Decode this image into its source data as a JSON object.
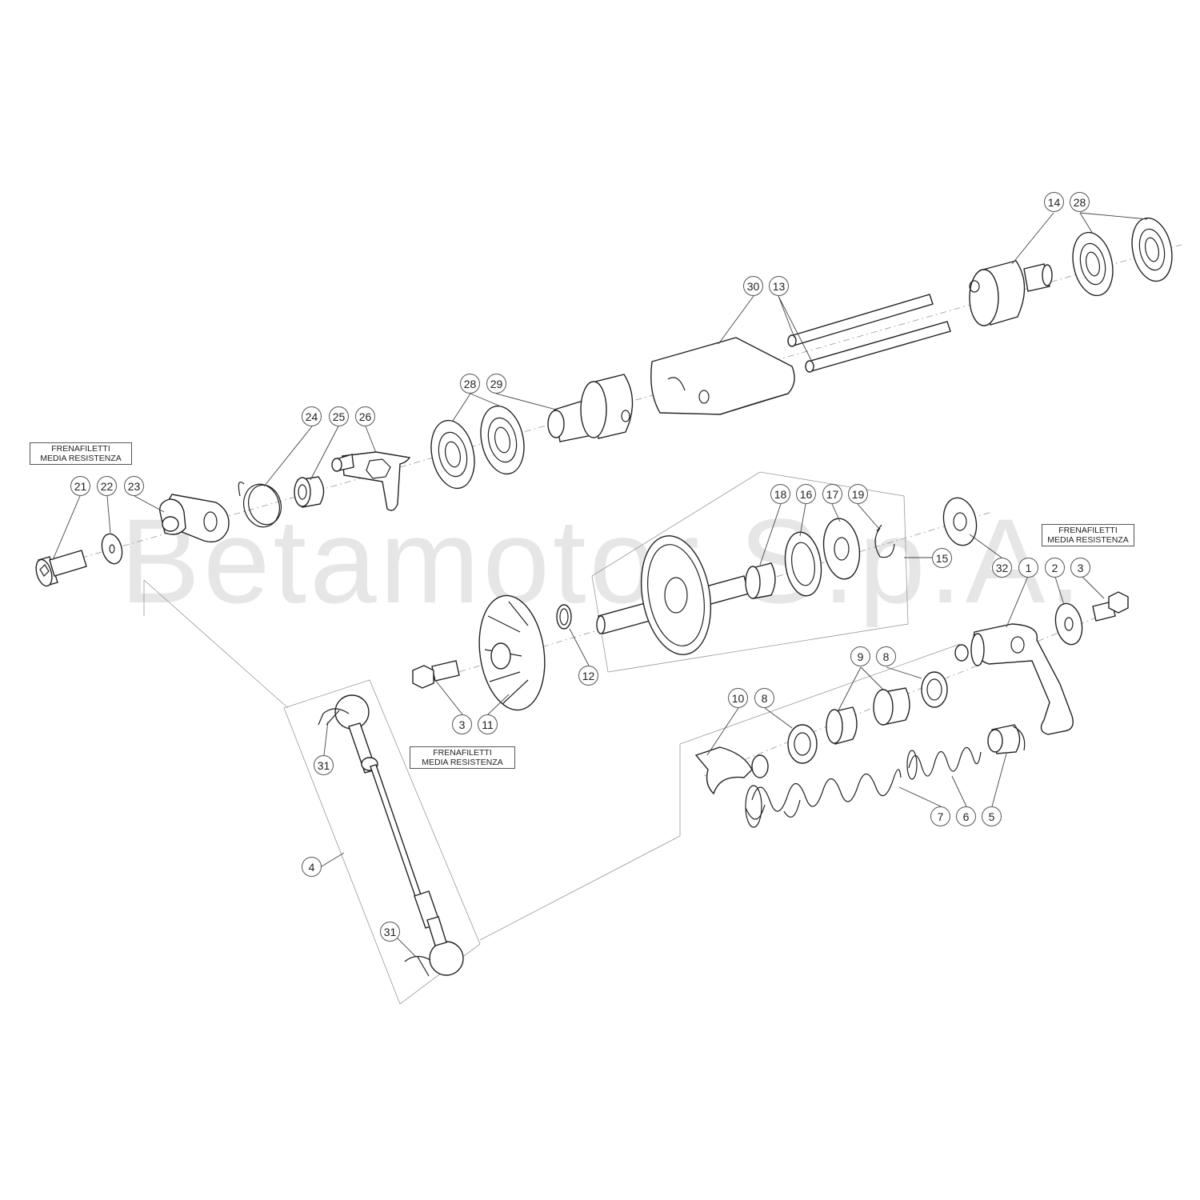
{
  "watermark": "Betamotor S.p.A.",
  "notes": {
    "threadlocker_line1": "FRENAFILETTI",
    "threadlocker_line2": "MEDIA RESISTENZA"
  },
  "callouts": {
    "c1": "1",
    "c2": "2",
    "c3": "3",
    "c4": "4",
    "c5": "5",
    "c6": "6",
    "c7": "7",
    "c8": "8",
    "c9": "9",
    "c10": "10",
    "c11": "11",
    "c12": "12",
    "c13": "13",
    "c14": "14",
    "c15": "15",
    "c16": "16",
    "c17": "17",
    "c18": "18",
    "c19": "19",
    "c21": "21",
    "c22": "22",
    "c23": "23",
    "c24": "24",
    "c25": "25",
    "c26": "26",
    "c28": "28",
    "c29": "29",
    "c30": "30",
    "c31": "31",
    "c32": "32"
  }
}
